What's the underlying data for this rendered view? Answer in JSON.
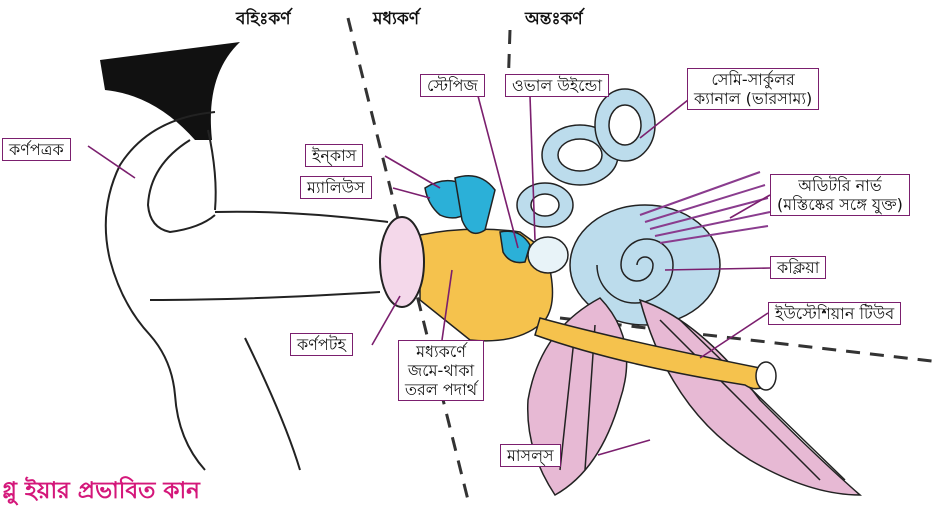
{
  "regions": {
    "outer": "বহিঃকর্ণ",
    "middle": "মধ্যকর্ণ",
    "inner": "অন্তঃকর্ণ"
  },
  "labels": {
    "pinna": "কর্ণপত্রক",
    "stapes": "স্টেপিজ",
    "oval_window": "ওভাল উইন্ডো",
    "semicircular_line1": "সেমি-সার্কুলর",
    "semicircular_line2": "ক্যানাল (ভারসাম্য)",
    "incus": "ইন্‌কাস",
    "malleus": "ম্যালিউস",
    "auditory_nerve_line1": "অডিটরি নার্ভ",
    "auditory_nerve_line2": "(মস্তিষ্কের সঙ্গে যুক্ত)",
    "cochlea": "কক্লিয়া",
    "eustachian": "ইউস্টেশিয়ান টিউব",
    "eardrum": "কর্ণপটহ",
    "fluid_line1": "মধ্যকর্ণে",
    "fluid_line2": "জমে-থাকা",
    "fluid_line3": "তরল পদার্থ",
    "muscles": "মাসল্‌স"
  },
  "caption": "গ্লু ইয়ার প্রভাবিত কান",
  "colors": {
    "leader": "#7b1f6e",
    "caption": "#d4177a",
    "fluid": "#f5c24d",
    "ossicles": "#2bb0d8",
    "inner_ear": "#bcdcec",
    "muscle": "#e7b9d4",
    "nerve": "#8a3c8e"
  }
}
